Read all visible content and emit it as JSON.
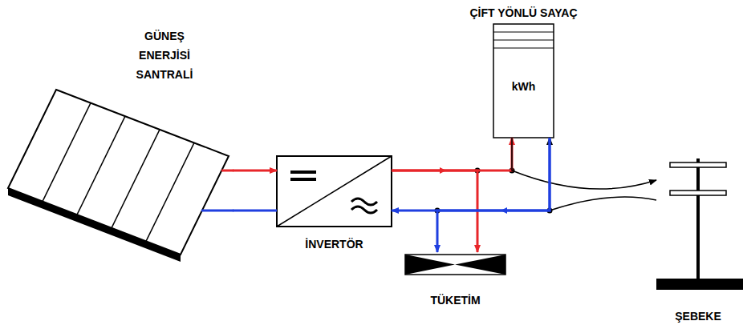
{
  "diagram": {
    "nodes": [
      {
        "text": [
          "GÜNEŞ ENERJİSİ SANTRALİ"
        ]
      },
      {
        "text": [
          "İNVERTÖR"
        ]
      },
      {
        "text": [
          "ÇİFT YÖNLÜ SAYAÇ",
          "kWh"
        ]
      },
      {
        "text": [
          "TÜKETİM"
        ]
      },
      {
        "text": [
          "ŞEBEKE"
        ]
      }
    ],
    "edges": [
      {
        "from": 0,
        "to": 1,
        "arrow": "to"
      },
      {
        "from": 0,
        "to": 1,
        "arrow": "none"
      },
      {
        "from": 1,
        "to": 2,
        "arrow": "to"
      },
      {
        "from": 1,
        "to": 3,
        "arrow": "to"
      },
      {
        "from": 2,
        "to": 4,
        "arrow": "to"
      },
      {
        "from": 4,
        "to": 2,
        "arrow": "to"
      },
      {
        "from": 2,
        "to": 1,
        "arrow": "to"
      },
      {
        "from": 2,
        "to": 3,
        "arrow": "to"
      }
    ]
  }
}
